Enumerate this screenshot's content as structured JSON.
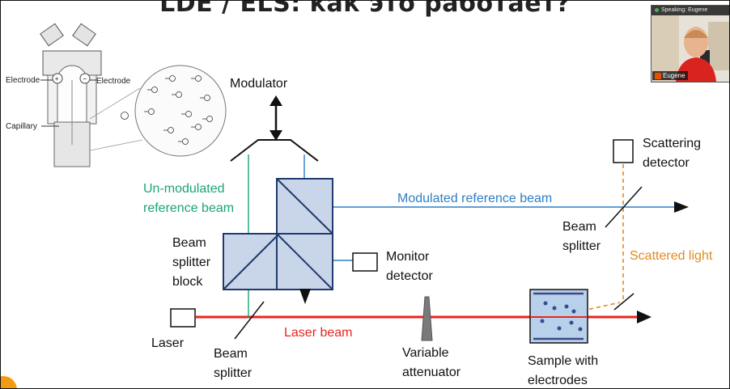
{
  "title": "LDE / ELS: как это работает?",
  "webcam": {
    "status": "Speaking: Eugene",
    "name": "Eugene"
  },
  "inset": {
    "electrode_left": "Electrode",
    "electrode_right": "Electrode",
    "capillary": "Capillary",
    "plus": "+",
    "minus": "−"
  },
  "diagram": {
    "modulator": "Modulator",
    "unmod_line1": "Un-modulated",
    "unmod_line2": "reference beam",
    "modulated_beam": "Modulated reference beam",
    "bsblock_line1": "Beam",
    "bsblock_line2": "splitter",
    "bsblock_line3": "block",
    "monitor_line1": "Monitor",
    "monitor_line2": "detector",
    "laser": "Laser",
    "laser_beam": "Laser beam",
    "bs_bottom_line1": "Beam",
    "bs_bottom_line2": "splitter",
    "attenuator_line1": "Variable",
    "attenuator_line2": "attenuator",
    "sample_line1": "Sample with",
    "sample_line2": "electrodes",
    "scat_det_line1": "Scattering",
    "scat_det_line2": "detector",
    "bs_right_line1": "Beam",
    "bs_right_line2": "splitter",
    "scattered_light": "Scattered light"
  },
  "colors": {
    "laser": "#e8251f",
    "modulated": "#2f7ec4",
    "unmodulated": "#1aa37a",
    "scattered": "#e08a1e",
    "block_fill": "#c9d6ea",
    "block_stroke": "#1f3a6b"
  }
}
